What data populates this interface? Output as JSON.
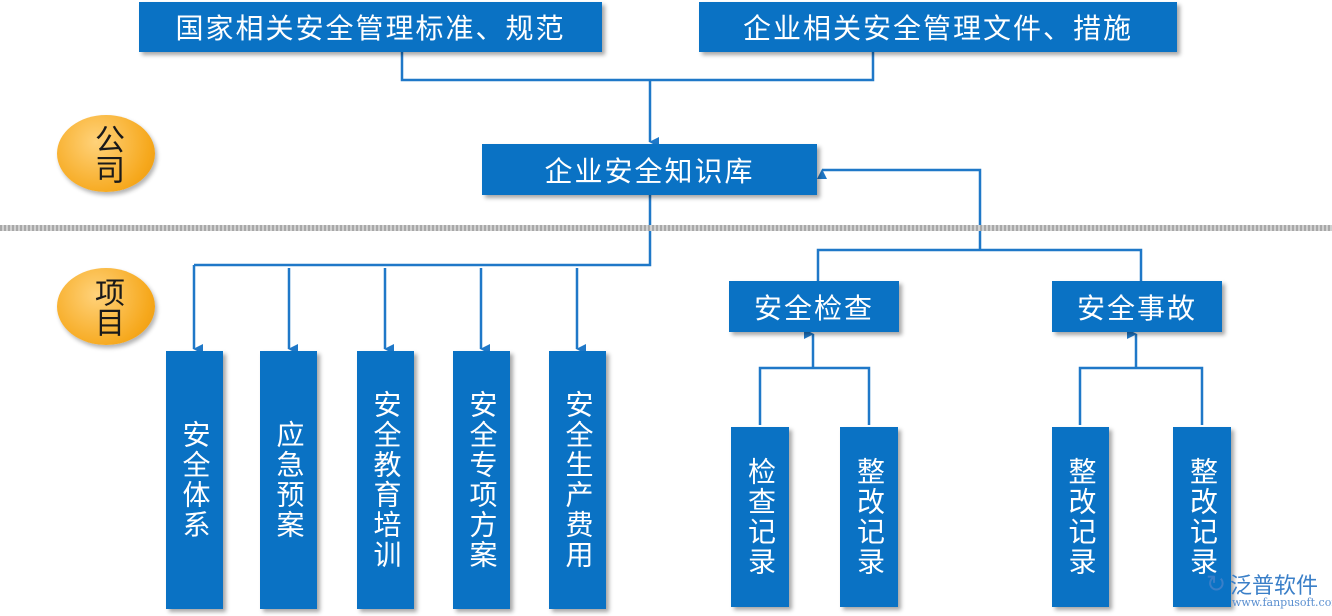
{
  "top_boxes": {
    "national": "国家相关安全管理标准、规范",
    "enterprise": "企业相关安全管理文件、措施"
  },
  "knowledge_base": "企业安全知识库",
  "levels": {
    "company": "公司",
    "project": "项目"
  },
  "project_items": [
    "安全体系",
    "应急预案",
    "安全教育培训",
    "安全专项方案",
    "安全生产费用"
  ],
  "inspection": {
    "title": "安全检查",
    "children": [
      "检查记录",
      "整改记录"
    ]
  },
  "accident": {
    "title": "安全事故",
    "children": [
      "整改记录",
      "整改记录"
    ]
  },
  "watermark": {
    "brand": "泛普软件",
    "url": "www.fanpusoft.com",
    "icon": "logo-swirl-icon"
  },
  "colors": {
    "box": "#0a72c4",
    "line": "#1f78c8",
    "circle": "#f6a81c"
  }
}
